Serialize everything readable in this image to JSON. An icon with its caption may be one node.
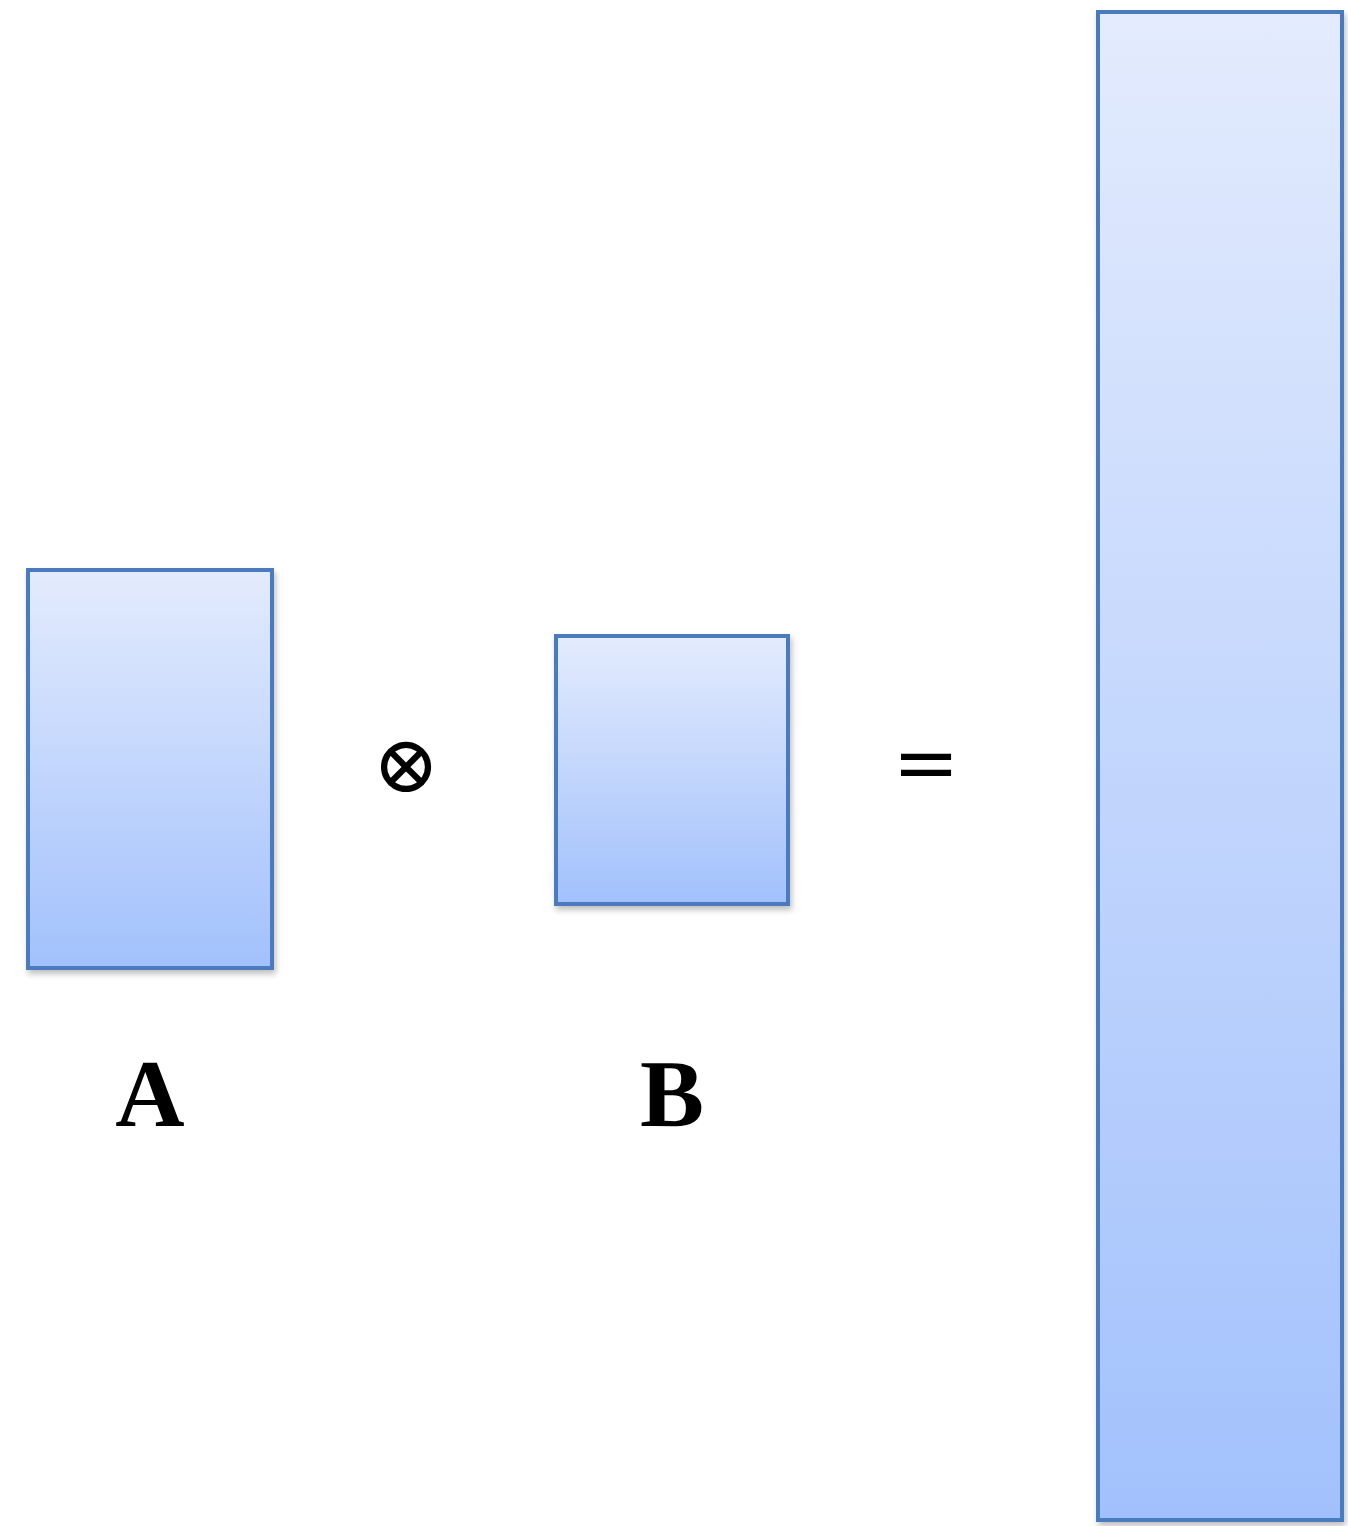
{
  "diagram": {
    "nodes": [
      {
        "text": [
          "A"
        ]
      },
      {
        "text": [
          "B"
        ]
      },
      {
        "text": [],
        "shape": "box"
      }
    ],
    "labels": [
      "⊗",
      "="
    ]
  }
}
